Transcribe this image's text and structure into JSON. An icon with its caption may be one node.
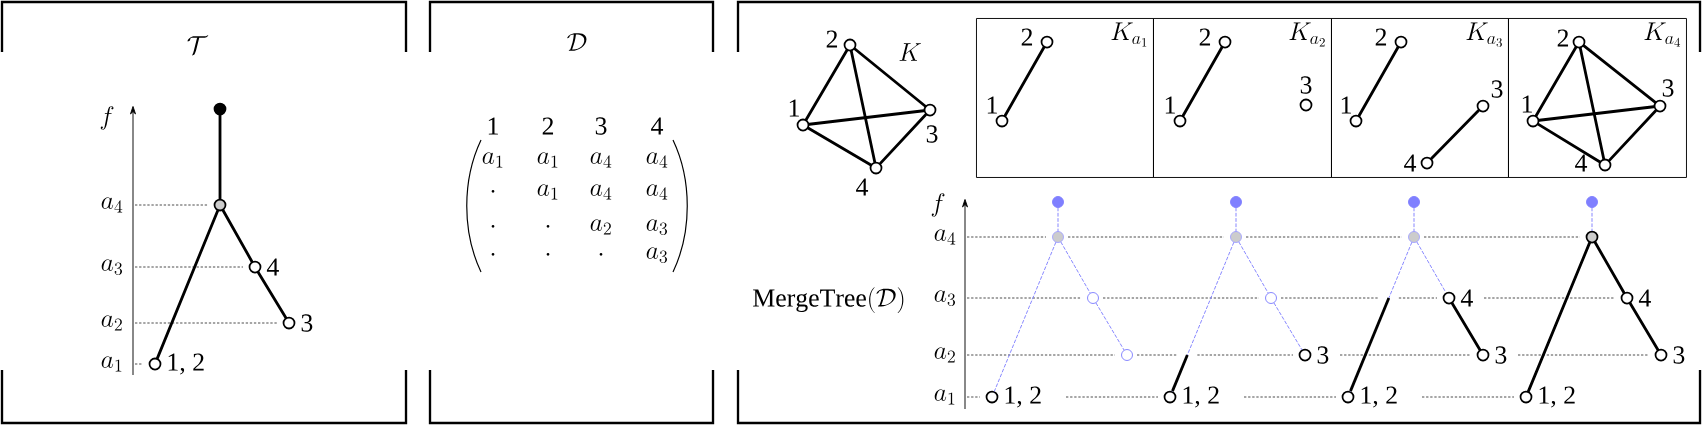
{
  "diagram": {
    "nodes": [
      {
        "text": [],
        "shape": "circle"
      },
      {
        "text": [],
        "shape": "circle"
      },
      {
        "text": [],
        "shape": "circle",
        "beside": [
          "4"
        ]
      },
      {
        "text": [],
        "shape": "circle",
        "beside": [
          "3"
        ]
      },
      {
        "text": [],
        "shape": "circle",
        "beside": [
          "1, 2"
        ]
      },
      {
        "text": [],
        "shape": "circle",
        "beside": [
          "2"
        ]
      },
      {
        "text": [],
        "shape": "circle",
        "beside": [
          "1"
        ]
      },
      {
        "text": [],
        "shape": "circle",
        "beside": [
          "3"
        ]
      },
      {
        "text": [],
        "shape": "circle",
        "beside": [
          "4"
        ]
      },
      {
        "text": [
          "K_{a_1}"
        ]
      },
      {
        "text": [],
        "shape": "circle",
        "beside": [
          "2"
        ],
        "in": 9
      },
      {
        "text": [],
        "shape": "circle",
        "beside": [
          "1"
        ],
        "in": 9
      },
      {
        "text": [
          "K_{a_2}"
        ]
      },
      {
        "text": [],
        "shape": "circle",
        "beside": [
          "2"
        ],
        "in": 12
      },
      {
        "text": [],
        "shape": "circle",
        "beside": [
          "1"
        ],
        "in": 12
      },
      {
        "text": [],
        "shape": "circle",
        "beside": [
          "3"
        ],
        "in": 12
      },
      {
        "text": [
          "K_{a_3}"
        ]
      },
      {
        "text": [],
        "shape": "circle",
        "beside": [
          "2"
        ],
        "in": 16
      },
      {
        "text": [],
        "shape": "circle",
        "beside": [
          "1"
        ],
        "in": 16
      },
      {
        "text": [],
        "shape": "circle",
        "beside": [
          "3"
        ],
        "in": 16
      },
      {
        "text": [],
        "shape": "circle",
        "beside": [
          "4"
        ],
        "in": 16
      },
      {
        "text": [
          "K_{a_4}"
        ]
      },
      {
        "text": [],
        "shape": "circle",
        "beside": [
          "2"
        ],
        "in": 21
      },
      {
        "text": [],
        "shape": "circle",
        "beside": [
          "1"
        ],
        "in": 21
      },
      {
        "text": [],
        "shape": "circle",
        "beside": [
          "3"
        ],
        "in": 21
      },
      {
        "text": [],
        "shape": "circle",
        "beside": [
          "4"
        ],
        "in": 21
      },
      {
        "text": [],
        "shape": "circle"
      },
      {
        "text": [],
        "shape": "circle"
      },
      {
        "text": [],
        "shape": "circle"
      },
      {
        "text": [],
        "shape": "circle"
      },
      {
        "text": [],
        "shape": "circle",
        "beside": [
          "1, 2"
        ]
      },
      {
        "text": [],
        "shape": "circle"
      },
      {
        "text": [],
        "shape": "circle"
      },
      {
        "text": [],
        "shape": "circle"
      },
      {
        "text": [],
        "shape": "circle",
        "beside": [
          "3"
        ]
      },
      {
        "text": [],
        "shape": "circle",
        "beside": [
          "1, 2"
        ]
      },
      {
        "text": [],
        "shape": "circle"
      },
      {
        "text": [],
        "shape": "circle"
      },
      {
        "text": [],
        "shape": "circle",
        "beside": [
          "4"
        ]
      },
      {
        "text": [],
        "shape": "circle",
        "beside": [
          "3"
        ]
      },
      {
        "text": [],
        "shape": "circle",
        "beside": [
          "1, 2"
        ]
      },
      {
        "text": [],
        "shape": "circle"
      },
      {
        "text": [],
        "shape": "circle"
      },
      {
        "text": [],
        "shape": "circle",
        "beside": [
          "4"
        ]
      },
      {
        "text": [],
        "shape": "circle",
        "beside": [
          "3"
        ]
      },
      {
        "text": [],
        "shape": "circle",
        "beside": [
          "1, 2"
        ]
      }
    ],
    "edges": [
      {
        "from": 0,
        "to": 1,
        "arrow": "none"
      },
      {
        "from": 1,
        "to": 4,
        "arrow": "none"
      },
      {
        "from": 1,
        "to": 2,
        "arrow": "none"
      },
      {
        "from": 2,
        "to": 3,
        "arrow": "none"
      },
      {
        "from": 6,
        "to": 5,
        "arrow": "none"
      },
      {
        "from": 5,
        "to": 7,
        "arrow": "none"
      },
      {
        "from": 6,
        "to": 7,
        "arrow": "none"
      },
      {
        "from": 5,
        "to": 8,
        "arrow": "none"
      },
      {
        "from": 6,
        "to": 8,
        "arrow": "none"
      },
      {
        "from": 8,
        "to": 7,
        "arrow": "none"
      },
      {
        "from": 11,
        "to": 10,
        "arrow": "none"
      },
      {
        "from": 14,
        "to": 13,
        "arrow": "none"
      },
      {
        "from": 18,
        "to": 17,
        "arrow": "none"
      },
      {
        "from": 20,
        "to": 19,
        "arrow": "none"
      },
      {
        "from": 23,
        "to": 22,
        "arrow": "none"
      },
      {
        "from": 22,
        "to": 24,
        "arrow": "none"
      },
      {
        "from": 23,
        "to": 24,
        "arrow": "none"
      },
      {
        "from": 22,
        "to": 25,
        "arrow": "none"
      },
      {
        "from": 23,
        "to": 25,
        "arrow": "none"
      },
      {
        "from": 25,
        "to": 24,
        "arrow": "none"
      },
      {
        "from": 26,
        "to": 27,
        "arrow": "none",
        "style": "dashed",
        "color": "#7f7fff"
      },
      {
        "from": 27,
        "to": 30,
        "arrow": "none",
        "style": "dashed",
        "color": "#7f7fff"
      },
      {
        "from": 27,
        "to": 28,
        "arrow": "none",
        "style": "dashed",
        "color": "#7f7fff"
      },
      {
        "from": 28,
        "to": 29,
        "arrow": "none",
        "style": "dashed",
        "color": "#7f7fff"
      },
      {
        "from": 31,
        "to": 32,
        "arrow": "none",
        "style": "dashed",
        "color": "#7f7fff"
      },
      {
        "from": 32,
        "to": 35,
        "arrow": "none",
        "style": "dashed",
        "color": "#7f7fff"
      },
      {
        "from": 32,
        "to": 33,
        "arrow": "none",
        "style": "dashed",
        "color": "#7f7fff"
      },
      {
        "from": 33,
        "to": 34,
        "arrow": "none",
        "style": "dashed",
        "color": "#7f7fff"
      },
      {
        "from": 36,
        "to": 37,
        "arrow": "none",
        "style": "dashed",
        "color": "#7f7fff"
      },
      {
        "from": 37,
        "to": 40,
        "arrow": "none",
        "style": "dashed",
        "color": "#7f7fff"
      },
      {
        "from": 37,
        "to": 38,
        "arrow": "none",
        "style": "dashed",
        "color": "#7f7fff"
      },
      {
        "from": 38,
        "to": 39,
        "arrow": "none"
      },
      {
        "from": 41,
        "to": 42,
        "arrow": "none",
        "style": "dashed",
        "color": "#7f7fff"
      },
      {
        "from": 42,
        "to": 45,
        "arrow": "none"
      },
      {
        "from": 42,
        "to": 43,
        "arrow": "none"
      },
      {
        "from": 43,
        "to": 44,
        "arrow": "none"
      }
    ],
    "labels": [
      "\\mathcal{T}",
      "f",
      "a_4",
      "a_3",
      "a_2",
      "a_1",
      "\\mathcal{D}",
      "1",
      "2",
      "3",
      "4",
      "a_1",
      "a_1",
      "a_4",
      "a_4",
      "\\cdot",
      "a_1",
      "a_4",
      "a_4",
      "\\cdot",
      "\\cdot",
      "a_2",
      "a_3",
      "\\cdot",
      "\\cdot",
      "\\cdot",
      "a_3",
      "K",
      "f",
      "a_4",
      "a_3",
      "\\mathrm{MergeTree}(\\mathcal{D})",
      "a_2",
      "a_1"
    ]
  }
}
